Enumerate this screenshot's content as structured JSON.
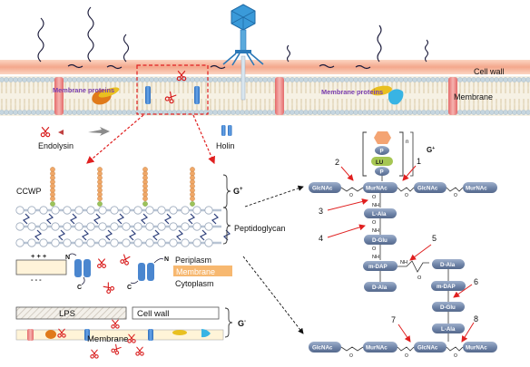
{
  "labels": {
    "cell_wall_top": "Cell wall",
    "membrane_top": "Membrane",
    "membrane_proteins_left": "Membrane proteins",
    "membrane_proteins_right": "Membrane proteins",
    "endolysin": "Endolysin",
    "holin": "Holin",
    "ccwp": "CCWP",
    "g_plus": "G",
    "g_plus_sup": "+",
    "peptidoglycan": "Peptidoglycan",
    "periplasm": "Periplasm",
    "membrane_box": "Membrane",
    "cytoplasm": "Cytoplasm",
    "terminal_n_1": "N",
    "terminal_c_1": "C",
    "terminal_n_2": "N",
    "terminal_c_2": "C",
    "charges_top": "+ + +",
    "charges_bottom": "- - -",
    "lps": "LPS",
    "cell_wall_gneg": "Cell wall",
    "membrane_gneg": "Membrane",
    "g_minus": "G",
    "g_minus_sup": "-",
    "g_plus_right": "G",
    "g_plus_right_sup": "+",
    "n_subscript": "n"
  },
  "structure": {
    "p1": "P",
    "lu": "LU",
    "p2": "P",
    "glcnac_1": "GlcNAc",
    "murnac_1": "MurNAc",
    "glcnac_2": "GlcNAc",
    "murnac_2": "MurNAc",
    "l_ala_1": "L-Ala",
    "d_glu_1": "D-Glu",
    "m_dap_1": "m-DAP",
    "d_ala_1": "D-Ala",
    "d_ala_2": "D-Ala",
    "m_dap_2": "m-DAP",
    "d_glu_2": "D-Glu",
    "l_ala_2": "L-Ala",
    "glcnac_3": "GlcNAc",
    "murnac_3": "MurNAc",
    "glcnac_4": "GlcNAc",
    "murnac_4": "MurNAc",
    "o_1": "O",
    "nh_1": "NH",
    "o_2": "O",
    "nh_2": "NH",
    "o_3": "O",
    "nh_3": "NH",
    "o_4": "O",
    "nh_4": "NH",
    "o_5": "O",
    "o_6": "O",
    "o_7": "O",
    "o_8": "O",
    "o_9": "O",
    "o_10": "O"
  },
  "cleavage_sites": {
    "n1": "1",
    "n2": "2",
    "n3": "3",
    "n4": "4",
    "n5": "5",
    "n6": "6",
    "n7": "7",
    "n8": "8"
  },
  "colors": {
    "phage": "#3a9ad9",
    "cell_wall": "#f2a48a",
    "membrane_head": "#c9d8e0",
    "pill": "#6f84a8",
    "lu": "#a6c653",
    "orange_protein": "#e07a1a",
    "yellow_protein": "#e9c020",
    "cyan_protein": "#38b4e4",
    "holin": "#3d7fd0",
    "channel": "#e77070",
    "arrow_red": "#e02020",
    "label_purple": "#7a3fb0",
    "ccwp_bead": "#f0a868",
    "membrane_box": "#f7b870"
  },
  "icons": [
    "phage-icon",
    "scissors-icon",
    "endolysin-protein-icon",
    "holin-icon"
  ]
}
